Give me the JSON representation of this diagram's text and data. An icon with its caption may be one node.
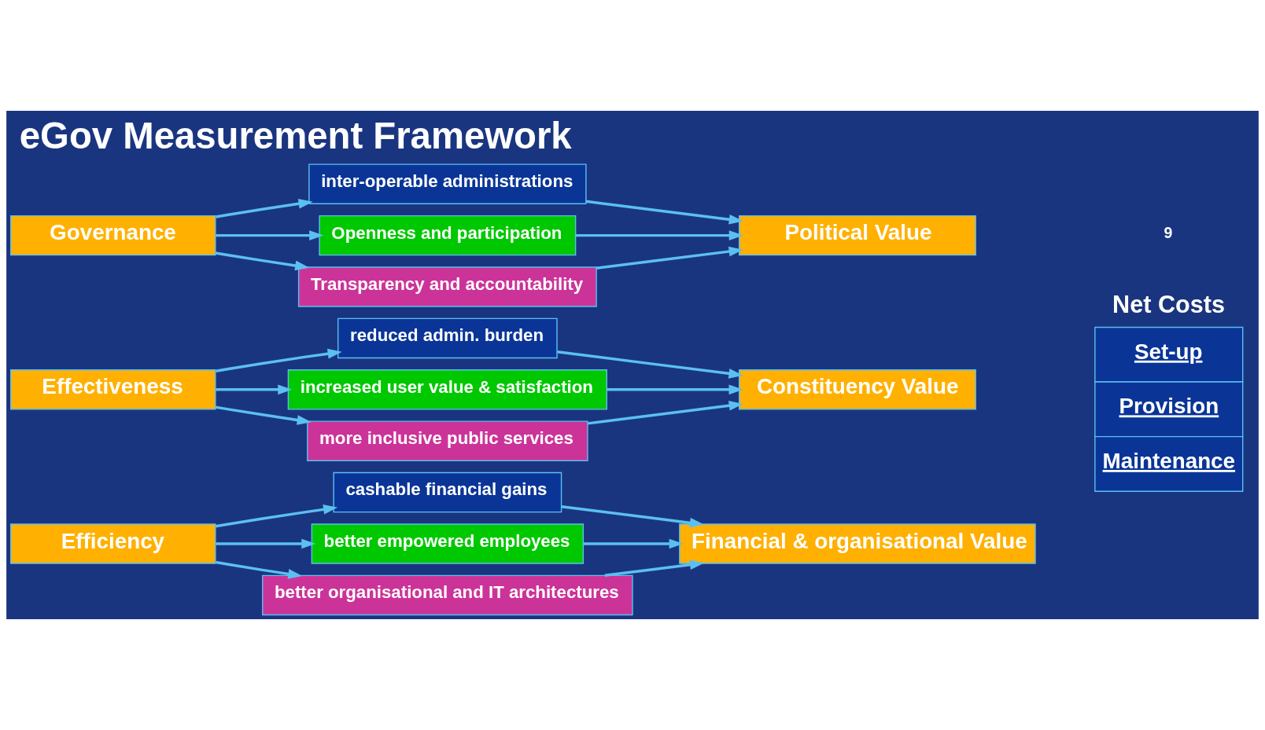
{
  "diagram": {
    "title": "eGov Measurement Framework",
    "nodes": [
      {
        "text": [
          "Efficiency"
        ]
      },
      {
        "text": [
          "cashable financial gains"
        ]
      },
      {
        "text": [
          "better empowered employees"
        ]
      },
      {
        "text": [
          "better organisational and IT architectures"
        ]
      },
      {
        "text": [
          "Financial & organisational Value"
        ]
      },
      {
        "text": [
          "Effectiveness"
        ]
      },
      {
        "text": [
          "reduced admin. burden"
        ]
      },
      {
        "text": [
          "increased user value & satisfaction"
        ]
      },
      {
        "text": [
          "more inclusive public services"
        ]
      },
      {
        "text": [
          "Constituency Value"
        ]
      },
      {
        "text": [
          "Governance"
        ]
      },
      {
        "text": [
          "inter-operable administrations"
        ]
      },
      {
        "text": [
          "Openness and participation"
        ]
      },
      {
        "text": [
          "Transparency and accountability"
        ]
      },
      {
        "text": [
          "Political Value"
        ]
      },
      {
        "text": [
          "Net Costs",
          "Set-up",
          "Provision",
          "Maintenance"
        ]
      }
    ],
    "edges": [
      {
        "from": 0,
        "to": 1,
        "arrow": "to"
      },
      {
        "from": 0,
        "to": 2,
        "arrow": "to"
      },
      {
        "from": 0,
        "to": 3,
        "arrow": "to"
      },
      {
        "from": 1,
        "to": 4,
        "arrow": "to"
      },
      {
        "from": 2,
        "to": 4,
        "arrow": "to"
      },
      {
        "from": 3,
        "to": 4,
        "arrow": "to"
      },
      {
        "from": 5,
        "to": 6,
        "arrow": "to"
      },
      {
        "from": 5,
        "to": 7,
        "arrow": "to"
      },
      {
        "from": 5,
        "to": 8,
        "arrow": "to"
      },
      {
        "from": 6,
        "to": 9,
        "arrow": "to"
      },
      {
        "from": 7,
        "to": 9,
        "arrow": "to"
      },
      {
        "from": 8,
        "to": 9,
        "arrow": "to"
      },
      {
        "from": 10,
        "to": 11,
        "arrow": "to"
      },
      {
        "from": 10,
        "to": 12,
        "arrow": "to"
      },
      {
        "from": 10,
        "to": 13,
        "arrow": "to"
      },
      {
        "from": 11,
        "to": 14,
        "arrow": "to"
      },
      {
        "from": 12,
        "to": 14,
        "arrow": "to"
      },
      {
        "from": 13,
        "to": 14,
        "arrow": "to"
      }
    ],
    "labels": [
      "9"
    ]
  }
}
